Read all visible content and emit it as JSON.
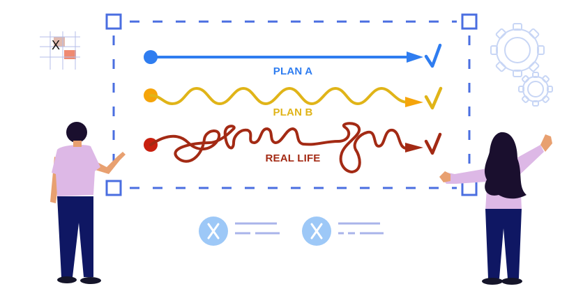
{
  "illustration": {
    "plans": [
      {
        "id": "plan-a",
        "label": "PLAN A",
        "color": "#2f7df0",
        "path_style": "straight"
      },
      {
        "id": "plan-b",
        "label": "PLAN B",
        "color": "#e0b418",
        "start_color": "#f5a40a",
        "path_style": "wavy"
      },
      {
        "id": "real-life",
        "label": "REAL LIFE",
        "color": "#a32a14",
        "start_color": "#c8200f",
        "path_style": "tangled"
      }
    ],
    "frame": {
      "color": "#4a6ee0",
      "style": "dashed"
    },
    "decorations": {
      "grid_icon": {
        "mark": "X",
        "cell_color": "#ef8a72"
      },
      "gears_icon": {
        "color": "#c8d6f5"
      },
      "failed_items": [
        {
          "mark": "X",
          "circle_color": "#9dc8f7"
        },
        {
          "mark": "X",
          "circle_color": "#9dc8f7"
        }
      ]
    },
    "people": {
      "left_person": {
        "shirt": "#ddb8e6",
        "pants": "#0f1763",
        "hair": "#1a0f2e",
        "skin": "#e8a070"
      },
      "right_person": {
        "shirt": "#ddb8e6",
        "pants": "#0f1763",
        "hair": "#1a0f2e",
        "skin": "#e8a070"
      }
    }
  }
}
